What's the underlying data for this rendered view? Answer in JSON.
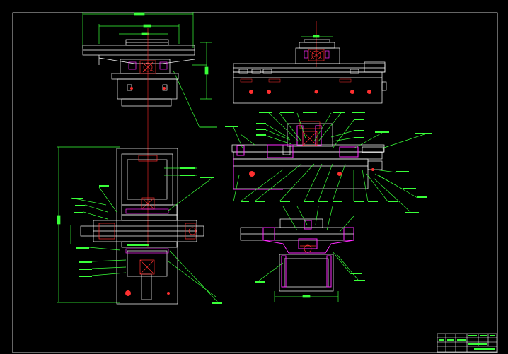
{
  "drawing": {
    "background": "#000000",
    "palette": {
      "outline": "#ffffff",
      "dimension": "#39ff39",
      "leader": "#39ff39",
      "centerline": "#ff2a2a",
      "section": "#ff2aff",
      "hatch_red": "#ff3030",
      "title_block": "#ffffff"
    },
    "views": [
      "top-elevation-view",
      "right-front-elevation-view",
      "left-plan-view",
      "right-section-view",
      "lower-right-section-view"
    ]
  },
  "title_block": {
    "present": true,
    "text_legible": false
  }
}
